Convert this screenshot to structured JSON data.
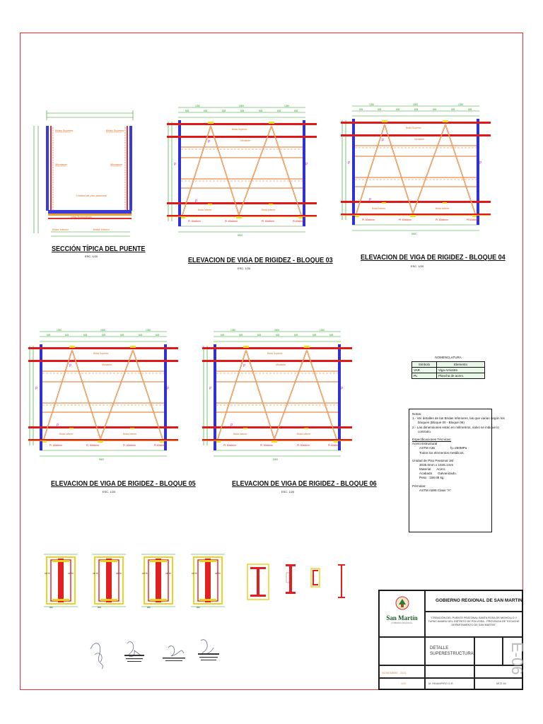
{
  "sections": {
    "typical": {
      "title": "SECCIÓN TÍPICA DEL PUENTE",
      "scale": "ESC. 1/20"
    },
    "b03": {
      "title": "ELEVACION DE VIGA DE RIGIDEZ - BLOQUE 03",
      "scale": "ESC. 1/20"
    },
    "b04": {
      "title": "ELEVACION DE VIGA DE RIGIDEZ - BLOQUE 04",
      "scale": "ESC. 1/20"
    },
    "b05": {
      "title": "ELEVACION DE VIGA DE RIGIDEZ - BLOQUE 05",
      "scale": "ESC. 1/20"
    },
    "b06": {
      "title": "ELEVACION DE VIGA DE RIGIDEZ - BLOQUE 06",
      "scale": "ESC. 1/20"
    }
  },
  "legend": {
    "heading": "NOMENCLATURA",
    "col_symbol": "Simbolo",
    "col_element": "Elemento",
    "rows": [
      {
        "symbol": "VAR",
        "element": "Viga Arriostre."
      },
      {
        "symbol": "PL",
        "element": "Plancha de acero."
      }
    ]
  },
  "notes": {
    "heading": "Notas:",
    "n1a": "1.- Ver detalles de las Bridas inferiores, las que varian según los",
    "n1b": "bloques (Bloque 00 - Bloque 06)",
    "n2a": "2.- Las dimensiones están en milímetros, salvo se indique lo",
    "n2b": "contrario.",
    "spec_heading": "Especificaciones Técnicas:",
    "steel": "Acero Estructural",
    "astm": "ASTM A36",
    "fy": "fy=250MPa",
    "metal": "Todos los elementos metálicos.",
    "unit": "Unidad de Piso Peatonal 1M",
    "dims": "3035.0mm x 1645.1mm",
    "material_k": "Material",
    "material_v": "Acero.",
    "finish_k": "Acabado",
    "finish_v": "Galvanizado.",
    "weight": "Peso : 158.09 kg.",
    "bolts": "Pérnolas:",
    "bolt_spec": "ASTM A586 Clase \"A\""
  },
  "title_block": {
    "org": "GOBIERNO REGIONAL DE SAN MARTIN",
    "logo": "San Martín",
    "logo_sub": "GOBIERNO REGIONAL",
    "project_1": "\"CREACIÓN DEL PUENTE PEATONAL SANTA ROSA DE MISHOLLO Y",
    "project_2": "TUPAC AMARU DEL DISTRITO DE POLVORA - PROVINCIA DE TOCACHE",
    "project_3": "DEPARTAMENTO DE SAN MARTIN\"",
    "detail_1": "DETALLE",
    "detail_2": "SUPERESTRUCTURA",
    "sheet": "E-06",
    "date": "NOVIEMBRE - 2021",
    "scale": "1/20",
    "drawn": "M. HINAMPIRO G.R.",
    "check": "MCE 84"
  }
}
